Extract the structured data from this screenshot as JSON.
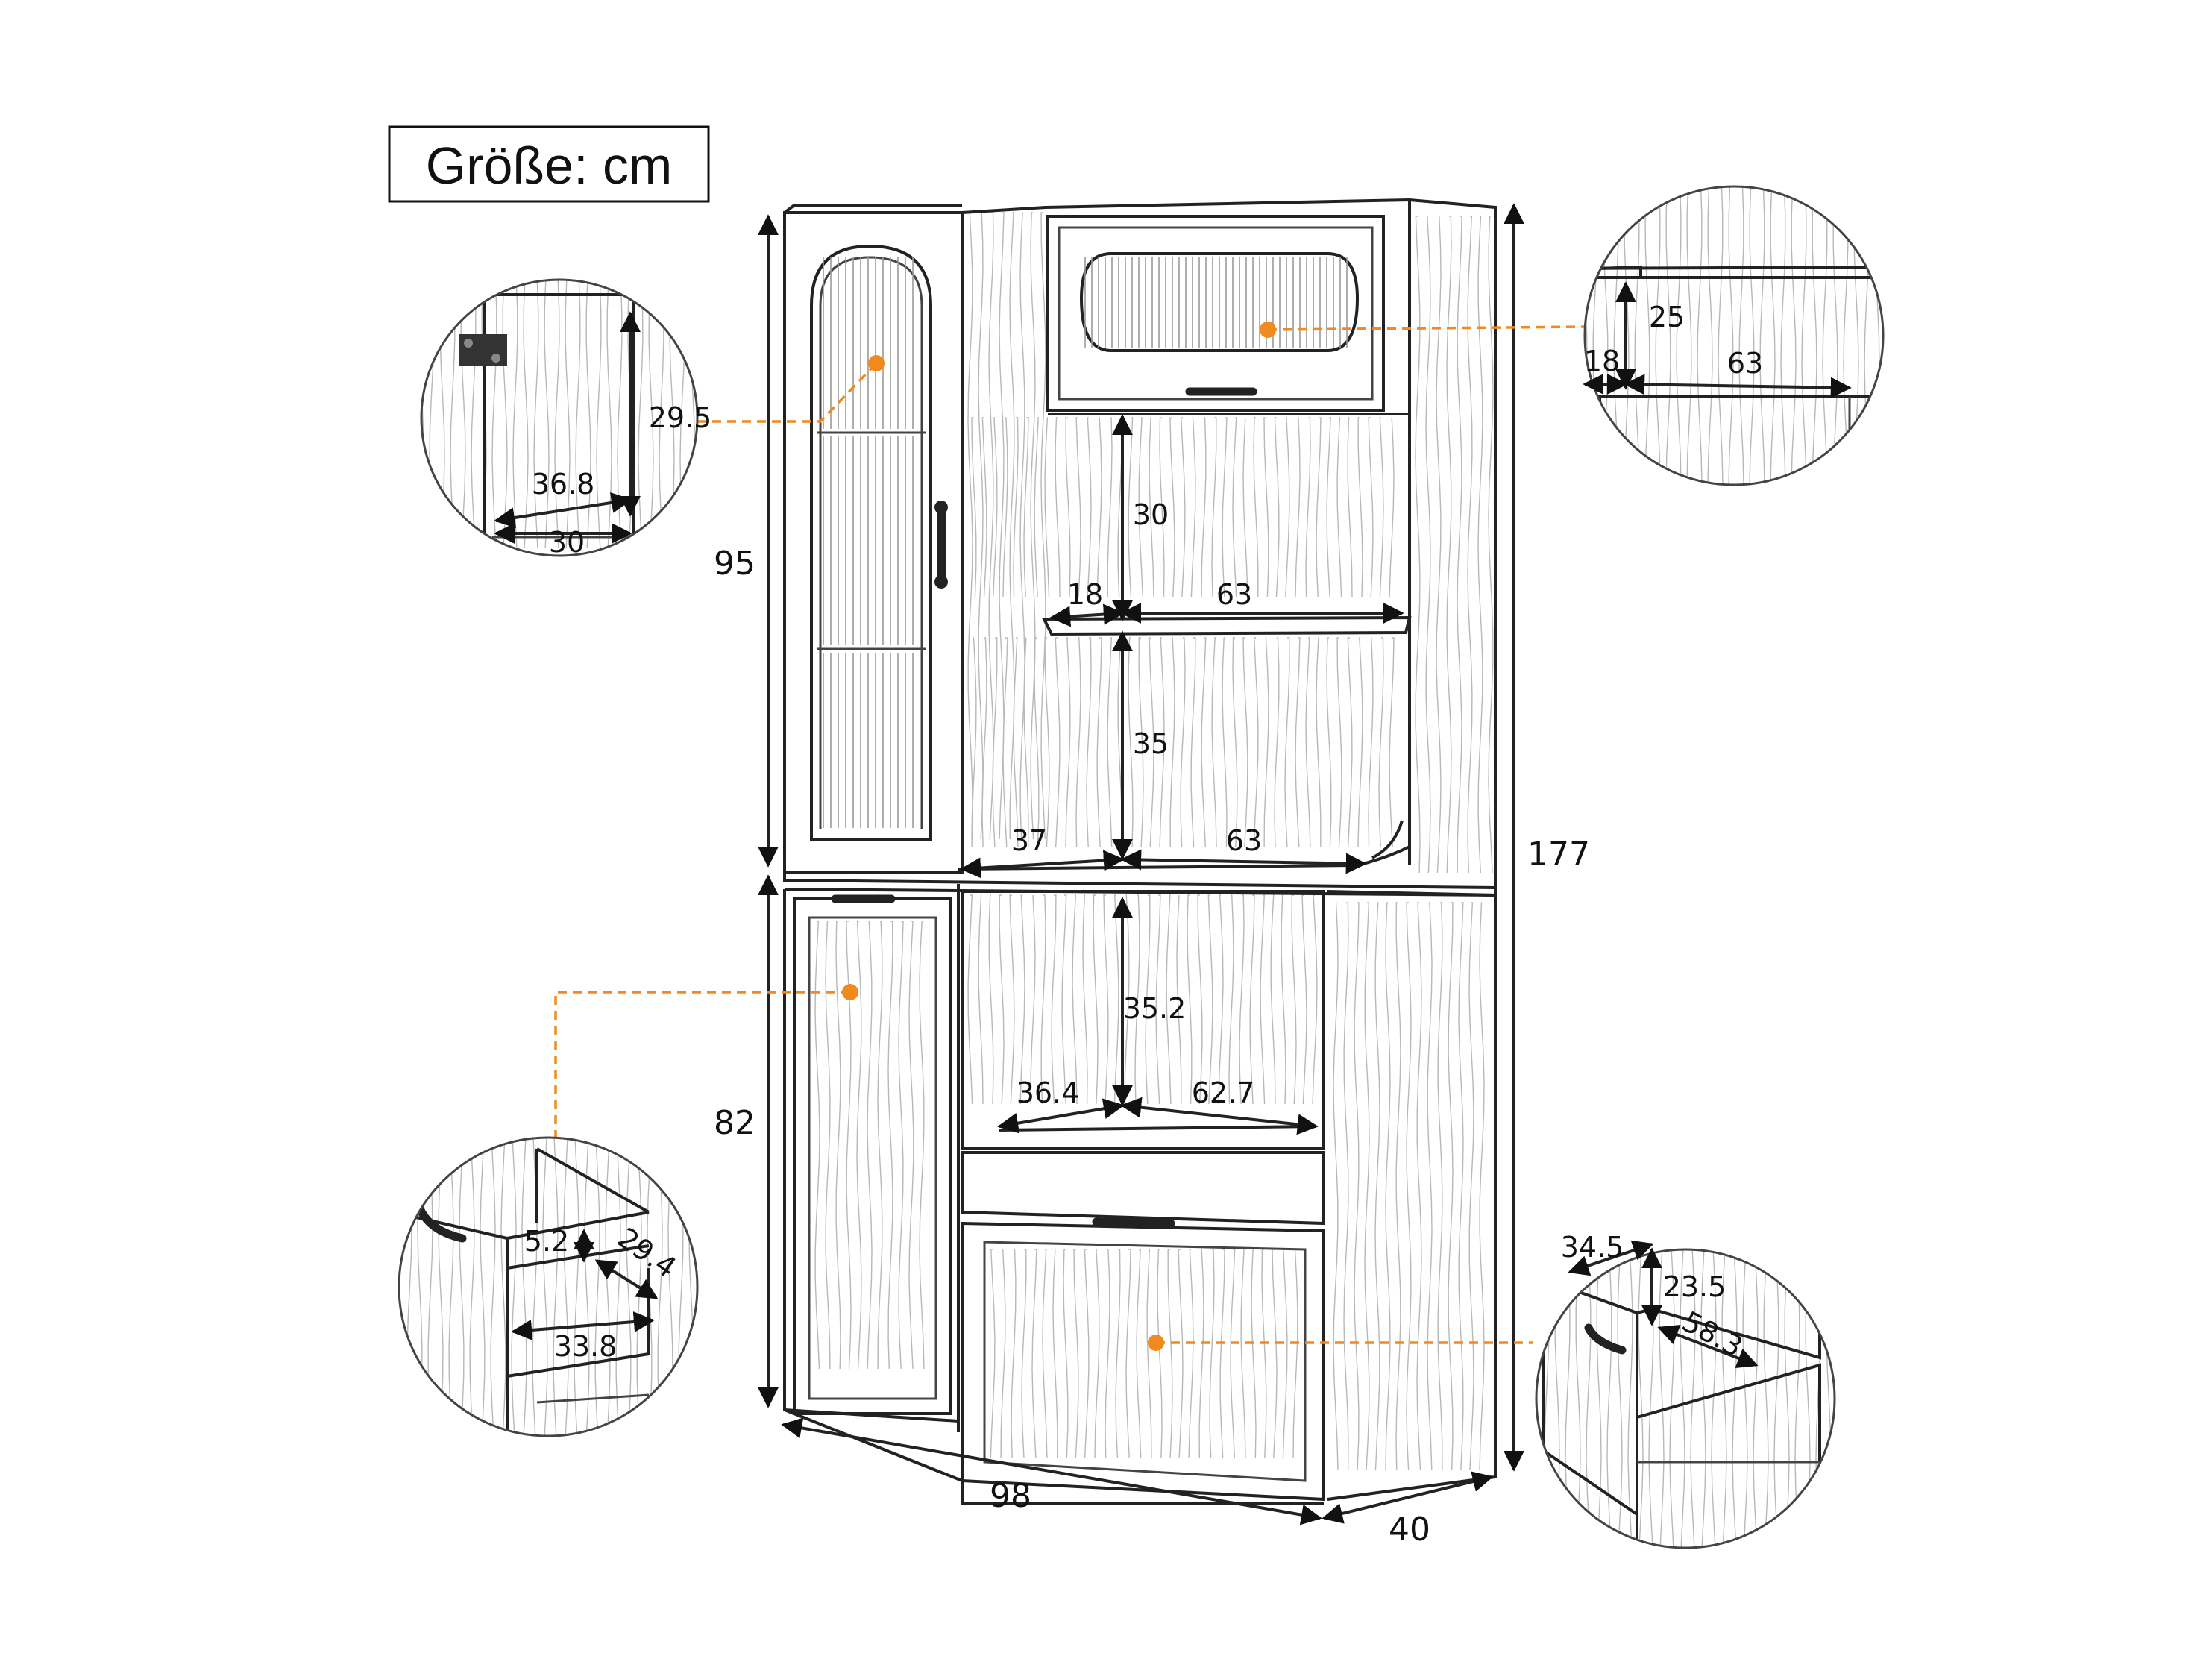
{
  "title": "Größe: cm",
  "colors": {
    "accent": "#f08a1c",
    "line": "#222222",
    "background": "#ffffff"
  },
  "dimensions": {
    "upper_height": "95",
    "lower_height": "82",
    "total_height": "177",
    "width": "98",
    "depth": "40",
    "upper_shelf_height": "30",
    "upper_shelf_depth": "18",
    "upper_shelf_width": "63",
    "middle_shelf_height": "35",
    "middle_shelf_depth": "37",
    "middle_shelf_width": "63",
    "microwave_height": "35.2",
    "microwave_depth": "36.4",
    "microwave_width": "62.7"
  },
  "callouts": {
    "glass_cabinet": {
      "height": "29.5",
      "depth": "36.8",
      "width": "30"
    },
    "top_compartment": {
      "height": "25",
      "depth": "18",
      "width": "63"
    },
    "left_drawer": {
      "height": "5.2",
      "depth": "29.4",
      "width": "33.8"
    },
    "bottom_drawer": {
      "width": "34.5",
      "height": "23.5",
      "depth": "58.3"
    }
  }
}
